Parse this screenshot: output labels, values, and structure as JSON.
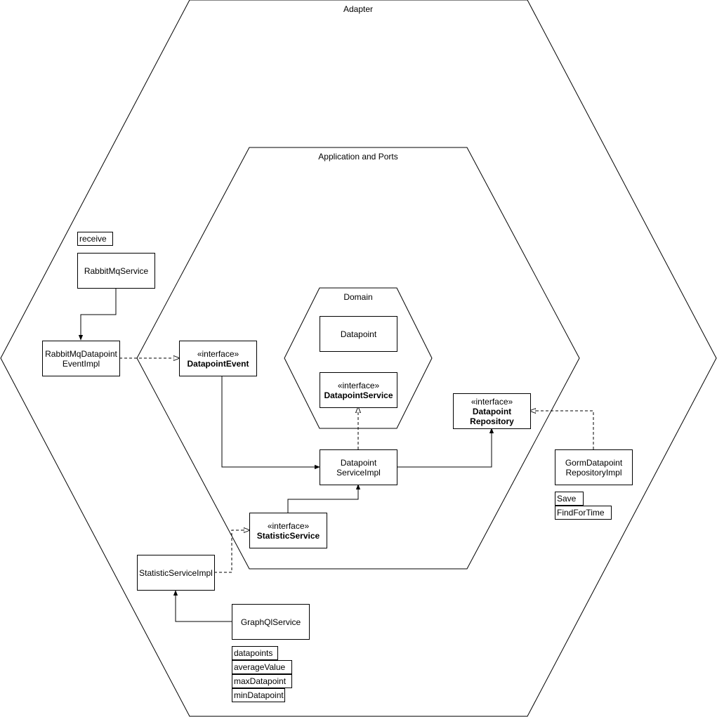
{
  "layers": {
    "adapter": "Adapter",
    "application": "Application and Ports",
    "domain": "Domain"
  },
  "classes": {
    "rabbitmq_service": "RabbitMqService",
    "rabbitmq_event_impl_1": "RabbitMqDatapoint",
    "rabbitmq_event_impl_2": "EventImpl",
    "datapoint": "Datapoint",
    "datapoint_service_impl_1": "Datapoint",
    "datapoint_service_impl_2": "ServiceImpl",
    "gorm_repo_impl_1": "GormDatapoint",
    "gorm_repo_impl_2": "RepositoryImpl",
    "statistic_service_impl": "StatisticServiceImpl",
    "graphql_service": "GraphQlService"
  },
  "interfaces": {
    "stereotype": "«interface»",
    "datapoint_event": "DatapointEvent",
    "datapoint_service": "DatapointService",
    "datapoint_repository_1": "Datapoint",
    "datapoint_repository_2": "Repository",
    "statistic_service": "StatisticService"
  },
  "methods": {
    "rabbitmq": [
      "receive"
    ],
    "gorm": [
      "Save",
      "FindForTime"
    ],
    "graphql": [
      "datapoints",
      "averageValue",
      "maxDatapoint",
      "minDatapoint"
    ]
  }
}
